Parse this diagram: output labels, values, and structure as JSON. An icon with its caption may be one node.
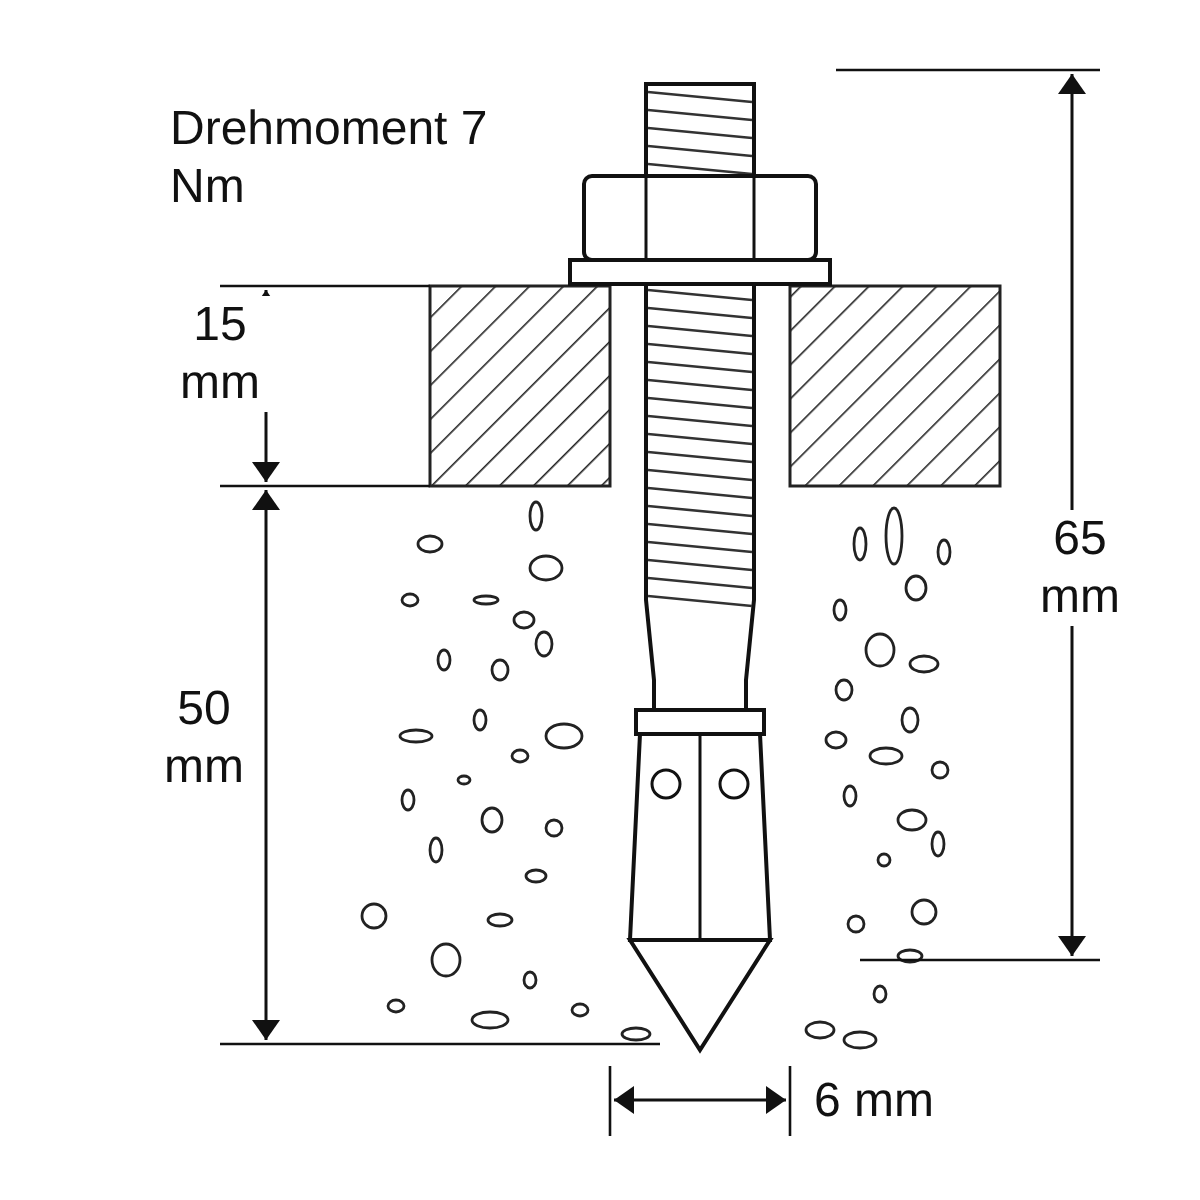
{
  "diagram": {
    "labels": [
      "Drehmoment 7 Nm",
      "15 mm",
      "50 mm",
      "65 mm",
      "6 mm"
    ]
  }
}
